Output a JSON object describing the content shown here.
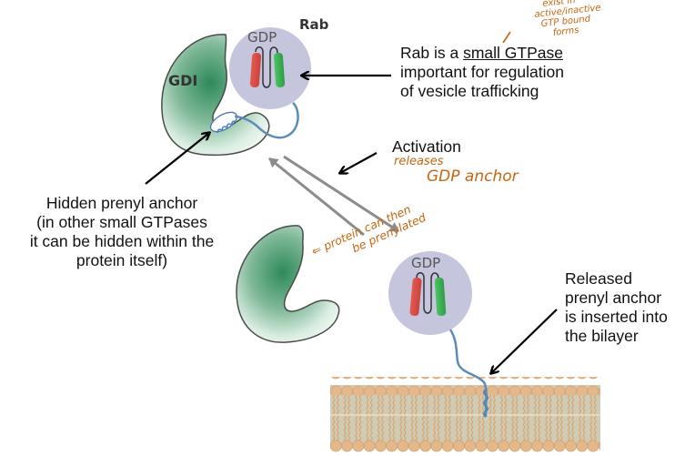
{
  "diagram": {
    "title": "Rab GTPase cycle with GDI and membrane insertion",
    "proteins": {
      "gdi_label": "GDI",
      "rab_label": "Rab",
      "nucleotide_top": "GDP",
      "nucleotide_bottom": "GDP"
    },
    "labels": {
      "rab_description_line1_prefix": "Rab is a ",
      "rab_description_line1_underlined": "small GTPase",
      "rab_description_line2": "important for regulation",
      "rab_description_line3": "of vesicle trafficking",
      "activation": "Activation",
      "hidden_anchor_line1": "Hidden prenyl anchor",
      "hidden_anchor_line2": "(in other small GTPases",
      "hidden_anchor_line3": "it can be hidden within the",
      "hidden_anchor_line4": "protein itself)",
      "released_line1": "Released",
      "released_line2": "prenyl anchor",
      "released_line3": "is inserted into",
      "released_line4": "the bilayer"
    },
    "handwritten_notes": {
      "top_right_line1": "exist in",
      "top_right_line2": "active/inactive",
      "top_right_line3": "GTP bound",
      "top_right_line4": "forms",
      "activation_line1": "releases",
      "activation_line2": "GDP anchor",
      "gdi_note_line1": "⇐ protein can then",
      "gdi_note_line2": "be prenylated"
    },
    "colors": {
      "gdi_green": "#1f7a4d",
      "rab_circle": "#c3c3dc",
      "helix_red": "#e2504a",
      "helix_green": "#3dba55",
      "linker_blue": "#5b8db8",
      "membrane_tan": "#e0b386",
      "membrane_core": "#cfcbb4",
      "annotation_orange": "#c8650f",
      "gray_arrow": "#8c8c8c"
    }
  }
}
